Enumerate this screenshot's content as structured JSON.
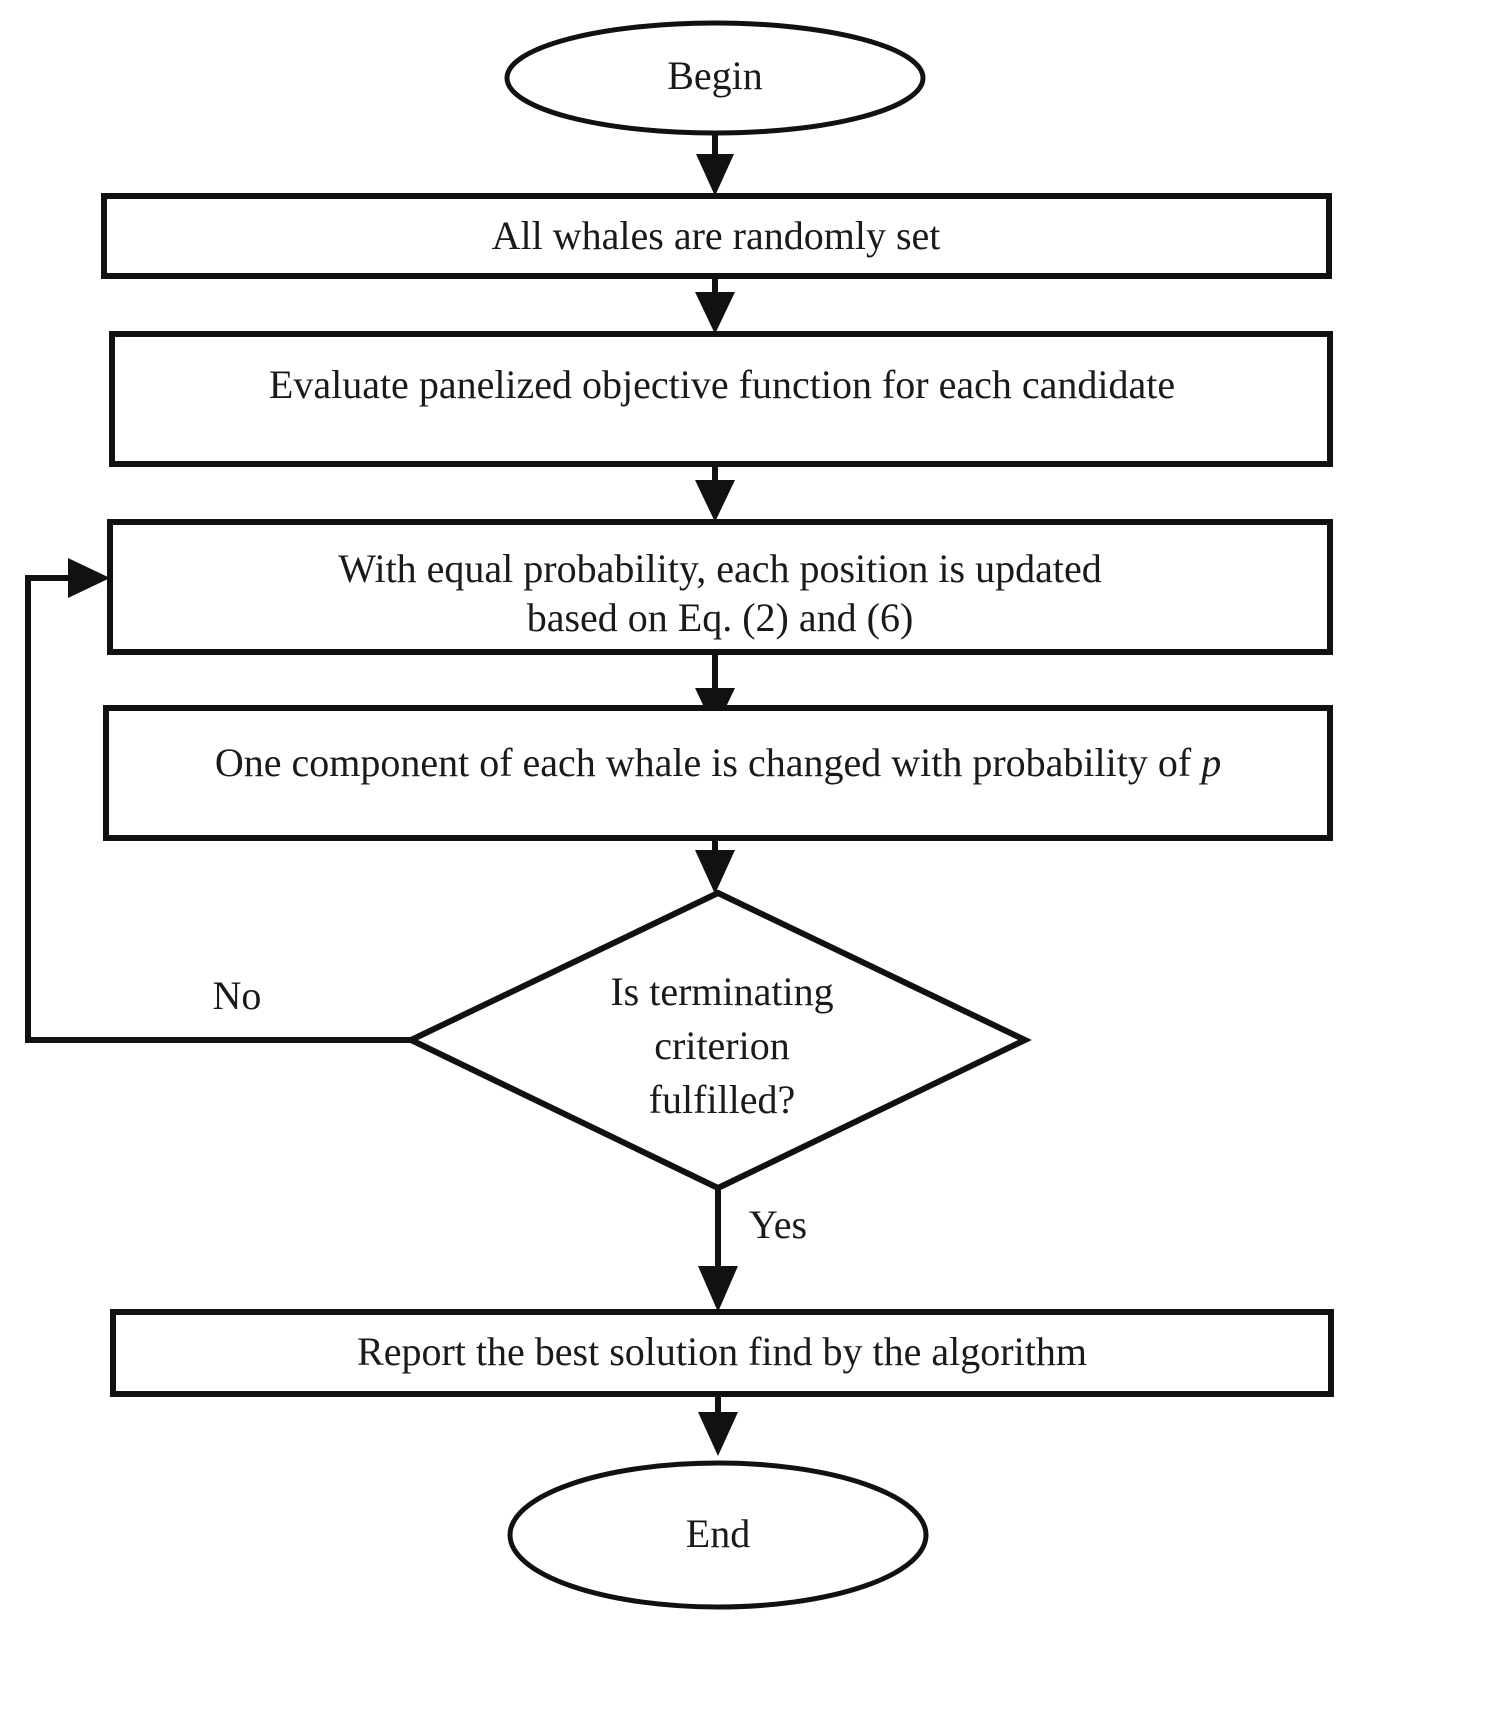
{
  "diagram": {
    "title": "Whale Optimization Algorithm flowchart",
    "background_color": "#ffffff",
    "line_color": "#111111",
    "text_color": "#1a1a1a",
    "nodes": {
      "begin": {
        "label": "Begin",
        "shape": "ellipse"
      },
      "init": {
        "label": "All whales are randomly set",
        "shape": "rectangle"
      },
      "evaluate": {
        "label": "Evaluate panelized objective function for each candidate",
        "shape": "rectangle"
      },
      "update_line1": {
        "label": "With equal probability, each position is updated",
        "shape": "rectangle"
      },
      "update_line2": {
        "label": "based on Eq. (2) and (6)",
        "shape": "rectangle"
      },
      "mutate_prefix": {
        "label": "One component of each whale is changed with probability of ",
        "shape": "rectangle"
      },
      "mutate_symbol": {
        "label": "p",
        "shape": "rectangle"
      },
      "decision_line1": {
        "label": "Is terminating",
        "shape": "diamond"
      },
      "decision_line2": {
        "label": "criterion",
        "shape": "diamond"
      },
      "decision_line3": {
        "label": "fulfilled?",
        "shape": "diamond"
      },
      "report": {
        "label": "Report the best solution find by the algorithm",
        "shape": "rectangle"
      },
      "end": {
        "label": "End",
        "shape": "ellipse"
      }
    },
    "edge_labels": {
      "no": "No",
      "yes": "Yes"
    }
  }
}
